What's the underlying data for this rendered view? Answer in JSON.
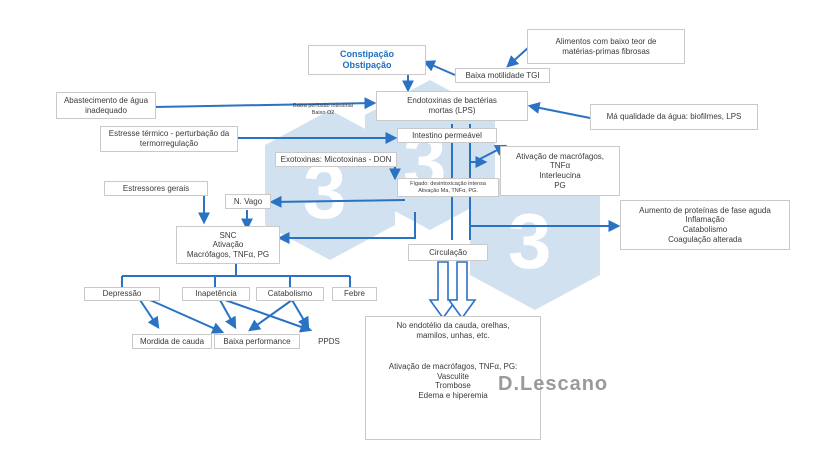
{
  "colors": {
    "arrow": "#2a72c4",
    "watermark": "#c9dced",
    "box_border": "#c9c9c9",
    "title": "#1f6fc0"
  },
  "nodes": {
    "constipacao": [
      "Constipação",
      "Obstipação"
    ],
    "alimentos": [
      "Alimentos com baixo teor de",
      "matérias-primas fibrosas"
    ],
    "baixa_motilidade": [
      "Baixa motilidade TGI"
    ],
    "abastecimento": [
      "Abastecimento de água",
      "inadequado"
    ],
    "baixa_perfusao": [
      "Baixa perfusão intestinal",
      "Baixo O2"
    ],
    "endotoxinas": [
      "Endotoxinas de bactérias",
      "mortas (LPS)"
    ],
    "ma_qualidade": [
      "Má qualidade da água: biofilmes, LPS"
    ],
    "estresse_termico": [
      "Estresse térmico - perturbação da",
      "termorregulação"
    ],
    "intestino": [
      "Intestino permeável"
    ],
    "exotoxinas": [
      "Exotoxinas: Micotoxinas - DON"
    ],
    "ativacao_macrofagos": [
      "Ativação de macrófagos,",
      "TNFα",
      "Interleucina",
      "PG"
    ],
    "figado": [
      "Fígado: desintoxicação intensa",
      "Ativação Ma, TNFα, PG."
    ],
    "estressores": [
      "Estressores gerais"
    ],
    "n_vago": [
      "N. Vago"
    ],
    "proteinas": [
      "Aumento de proteínas de fase aguda",
      "Inflamação",
      "Catabolismo",
      "Coagulação alterada"
    ],
    "snc": [
      "SNC",
      "Ativação",
      "Macrófagos, TNFα, PG"
    ],
    "circulacao": [
      "Circulação"
    ],
    "depressao": [
      "Depressão"
    ],
    "inapetencia": [
      "Inapetência"
    ],
    "catabolismo": [
      "Catabolismo"
    ],
    "febre": [
      "Febre"
    ],
    "mordida": [
      "Mordida de cauda"
    ],
    "baixa_performance": [
      "Baixa performance"
    ],
    "ppds": [
      "PPDS"
    ],
    "endotelio_top": [
      "No endotélio da cauda, orelhas,",
      "mamilos, unhas, etc."
    ],
    "endotelio_bottom": [
      "Ativação de macrófagos, TNFα, PG:",
      "Vasculite",
      "Trombose",
      "Edema e hiperemia"
    ]
  },
  "watermark": "D.Lescano"
}
